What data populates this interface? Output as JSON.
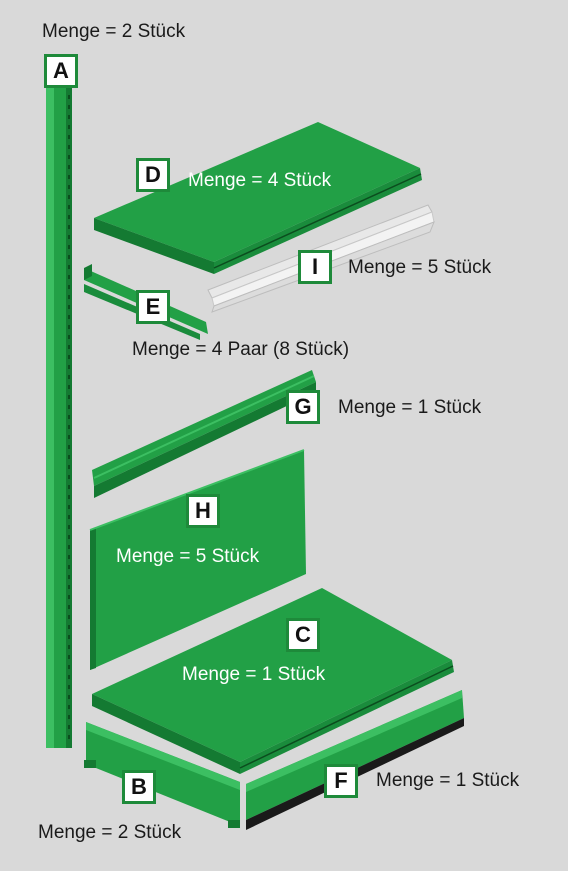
{
  "colors": {
    "background": "#d9d9d9",
    "part_green": "#22a046",
    "part_green_dark": "#147a32",
    "part_green_light": "#3cbf62",
    "tag_border": "#1e8a3a",
    "strip_gray": "#e8e8e8",
    "skirting_black": "#1a1a1a"
  },
  "parts": {
    "A": {
      "letter": "A",
      "quantity": "Menge = 2 Stück"
    },
    "B": {
      "letter": "B",
      "quantity": "Menge = 2 Stück"
    },
    "C": {
      "letter": "C",
      "quantity": "Menge = 1 Stück"
    },
    "D": {
      "letter": "D",
      "quantity": "Menge = 4 Stück"
    },
    "E": {
      "letter": "E",
      "quantity": "Menge = 4 Paar (8 Stück)"
    },
    "F": {
      "letter": "F",
      "quantity": "Menge = 1 Stück"
    },
    "G": {
      "letter": "G",
      "quantity": "Menge = 1 Stück"
    },
    "H": {
      "letter": "H",
      "quantity": "Menge = 5 Stück"
    },
    "I": {
      "letter": "I",
      "quantity": "Menge = 5 Stück"
    }
  }
}
